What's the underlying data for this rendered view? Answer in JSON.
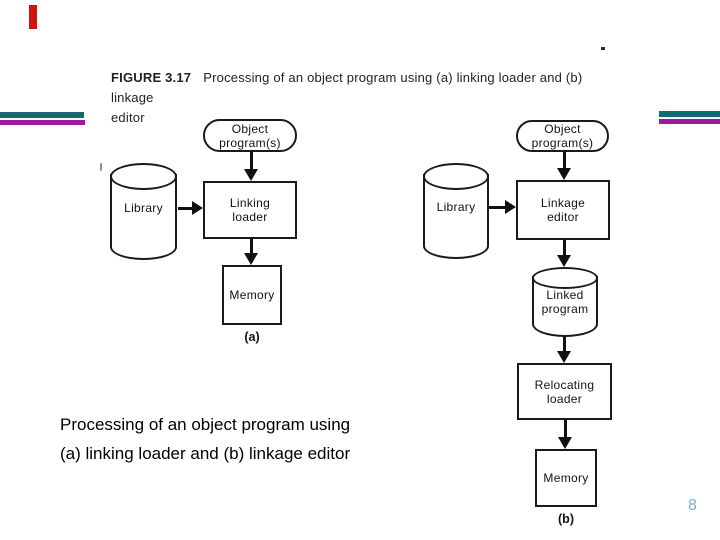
{
  "slide": {
    "page_number": "8"
  },
  "colors": {
    "accent_red": "#cf1212",
    "stripe_teal": "#136a70",
    "stripe_purple": "#9a1a9e",
    "page_number_blue": "#7aadce",
    "ink": "#1a1a1a"
  },
  "figure_caption": {
    "label": "FIGURE 3.17",
    "line1": "Processing of an object program using (a) linking loader and (b) linkage",
    "line2": "editor"
  },
  "diagram_a": {
    "object_programs": {
      "line1": "Object",
      "line2": "program(s)"
    },
    "library": "Library",
    "linking_loader": {
      "line1": "Linking",
      "line2": "loader"
    },
    "memory": "Memory",
    "sublabel": "(a)"
  },
  "diagram_b": {
    "object_programs": {
      "line1": "Object",
      "line2": "program(s)"
    },
    "library": "Library",
    "linkage_editor": {
      "line1": "Linkage",
      "line2": "editor"
    },
    "linked_program": {
      "line1": "Linked",
      "line2": "program"
    },
    "relocating_loader": {
      "line1": "Relocating",
      "line2": "loader"
    },
    "memory": "Memory",
    "sublabel": "(b)"
  },
  "summary_text": {
    "line1": "Processing of an object program using",
    "line2": "(a) linking loader and (b) linkage editor"
  }
}
